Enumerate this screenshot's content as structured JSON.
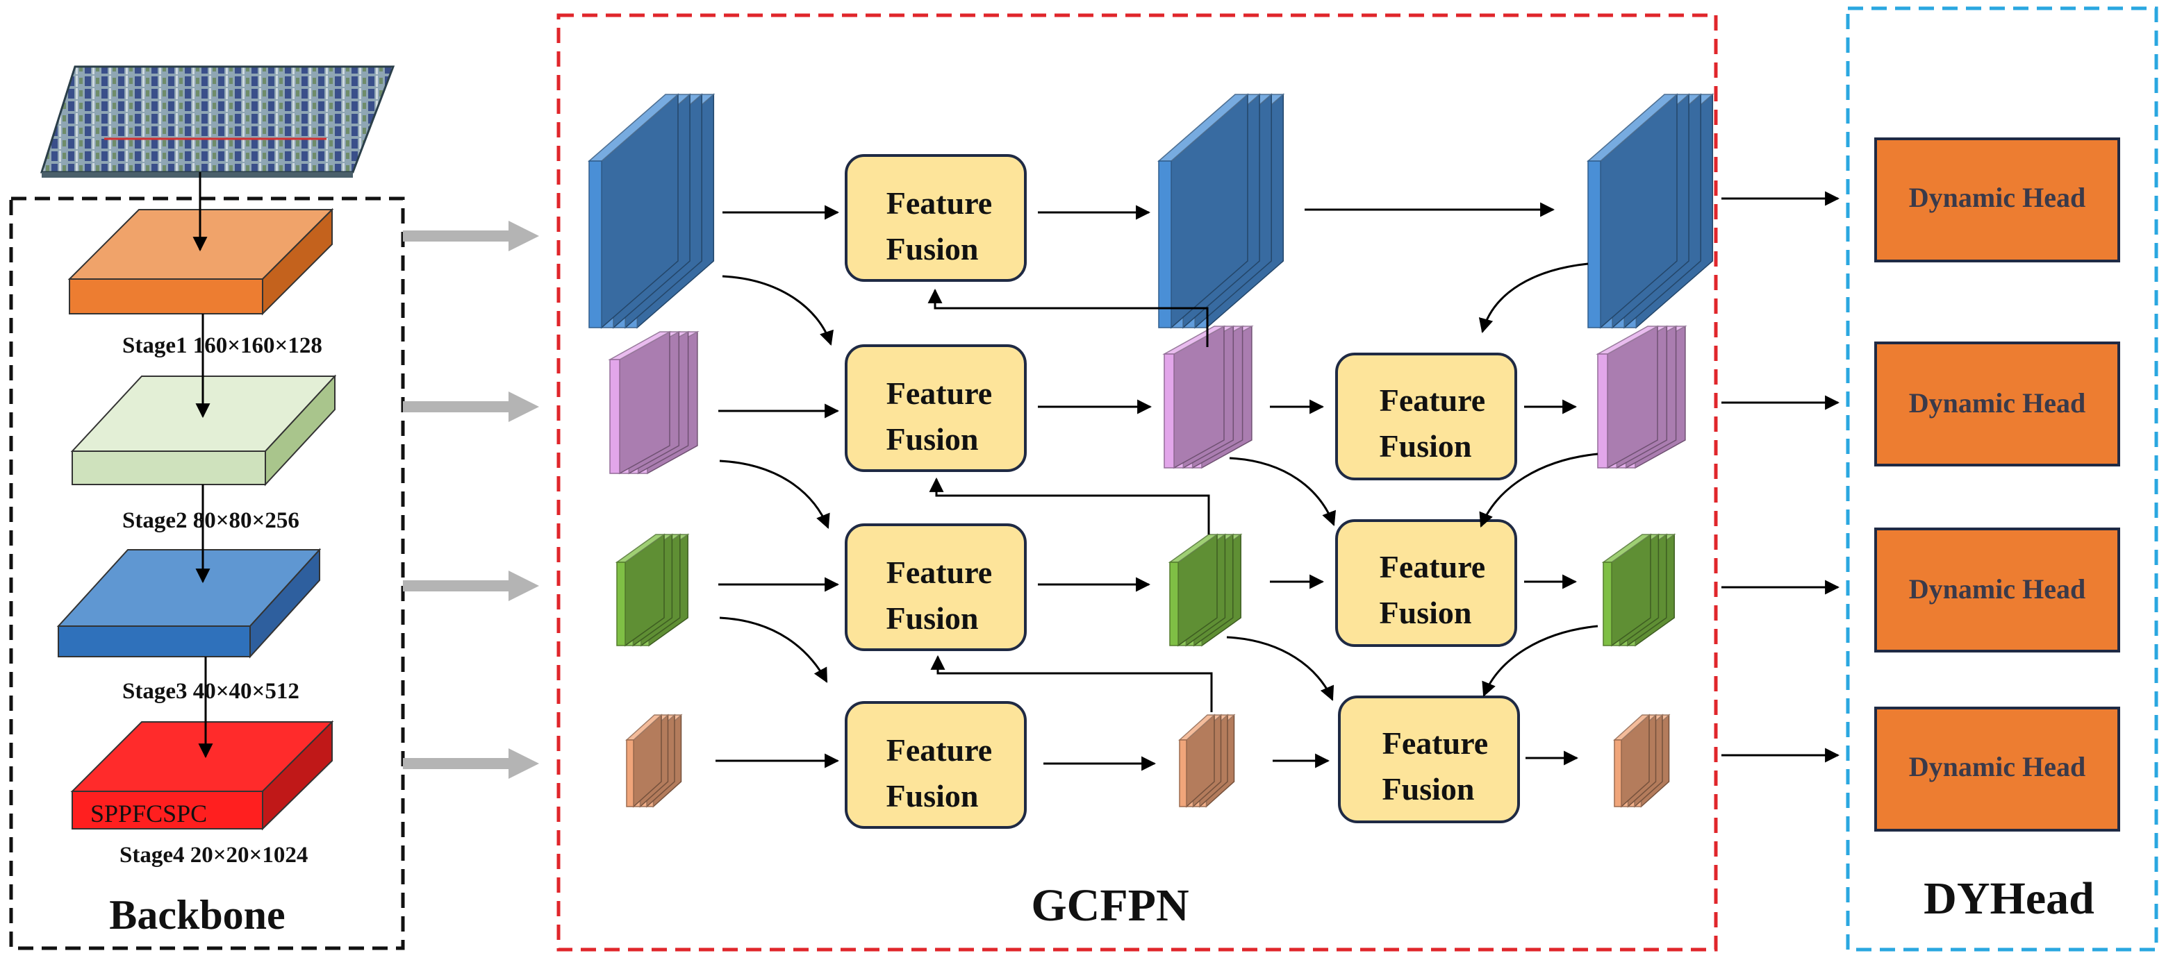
{
  "sections": {
    "backbone": {
      "title": "Backbone"
    },
    "neck": {
      "title": "GCFPN"
    },
    "head": {
      "title": "DYHead"
    }
  },
  "backbone": {
    "stages": [
      {
        "label": "Stage1 160×160×128"
      },
      {
        "label": "Stage2 80×80×256"
      },
      {
        "label": "Stage3 40×40×512"
      },
      {
        "label": "Stage4 20×20×1024"
      }
    ],
    "sppf_label": "SPPFCSPC"
  },
  "fusion_block": {
    "line1": "Feature",
    "line2": "Fusion"
  },
  "dynamic_head": {
    "label": "Dynamic Head"
  },
  "colors": {
    "backbone_border": "#111111",
    "neck_border": "#e0262b",
    "head_border": "#2aa7e0",
    "fusion_fill": "#fde49a",
    "head_fill": "#ed7d31",
    "level1": "#4a8fd6",
    "level2": "#e2a6ea",
    "level3": "#7fbf45",
    "level4": "#f0a57a"
  }
}
